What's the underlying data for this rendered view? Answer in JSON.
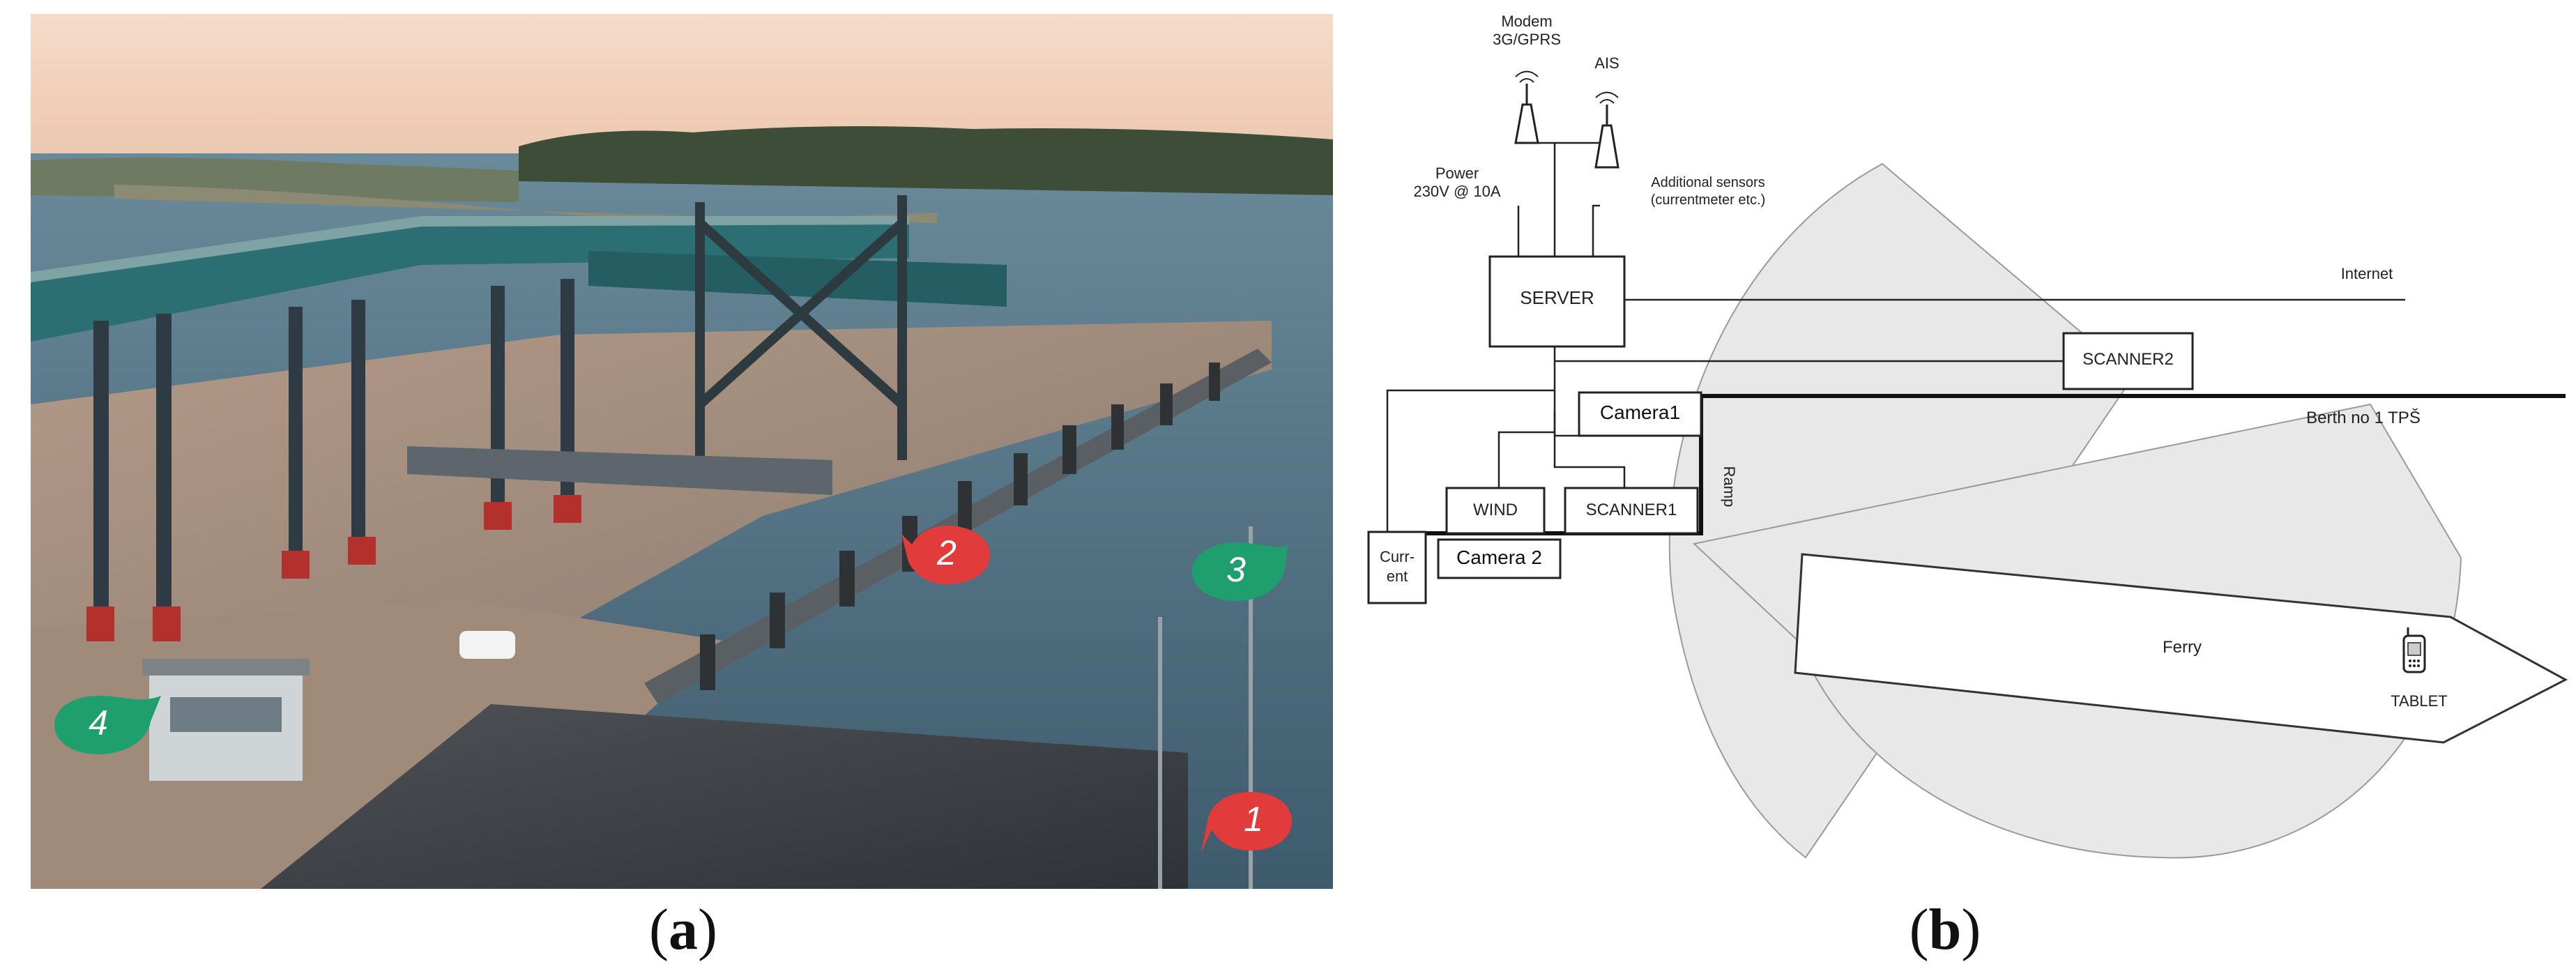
{
  "captions": {
    "a": "a",
    "b": "b"
  },
  "photo": {
    "markers": [
      {
        "label": "1",
        "color": "#e23b3b"
      },
      {
        "label": "2",
        "color": "#e23b3b"
      },
      {
        "label": "3",
        "color": "#1f9e6e"
      },
      {
        "label": "4",
        "color": "#1f9e6e"
      }
    ]
  },
  "diagram": {
    "modem": [
      "Modem",
      "3G/GPRS"
    ],
    "ais": "AIS",
    "power": [
      "Power",
      "230V @ 10A"
    ],
    "sensors": [
      "Additional sensors",
      "(currentmeter etc.)"
    ],
    "server": "SERVER",
    "internet": "Internet",
    "scanner2": "SCANNER2",
    "camera1": "Camera1",
    "berth": "Berth no 1 TPŠ",
    "wind": "WIND",
    "scanner1": "SCANNER1",
    "ramp": "Ramp",
    "current": [
      "Curr-",
      "ent"
    ],
    "camera2": "Camera 2",
    "ferry": "Ferry",
    "tablet": "TABLET"
  }
}
